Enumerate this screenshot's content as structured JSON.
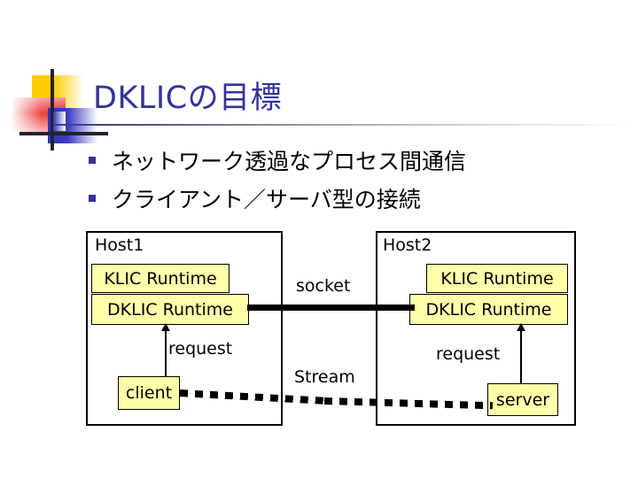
{
  "slide": {
    "title": "DKLICの目標",
    "bullets": [
      {
        "text": "ネットワーク透過なプロセス間通信"
      },
      {
        "text": "クライアント／サーバ型の接続"
      }
    ]
  },
  "diagram": {
    "hosts": [
      {
        "label": "Host1",
        "klic": "KLIC Runtime",
        "dklic": "DKLIC Runtime",
        "endpoint": "client",
        "request_label": "request"
      },
      {
        "label": "Host2",
        "klic": "KLIC Runtime",
        "dklic": "DKLIC Runtime",
        "endpoint": "server",
        "request_label": "request"
      }
    ],
    "connections": {
      "socket_label": "socket",
      "stream_label": "Stream"
    }
  },
  "colors": {
    "title": "#333399",
    "bullet": "#333399",
    "box_fill": "#ffffaa",
    "box_border": "#000000",
    "logo_yellow": "#ffcc00",
    "logo_red": "#e02020",
    "logo_blue": "#3333bb",
    "logo_cross": "#222232"
  }
}
